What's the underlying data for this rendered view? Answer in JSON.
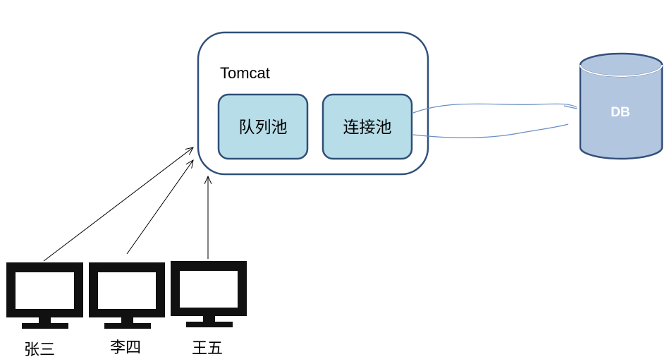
{
  "server": {
    "title": "Tomcat",
    "pools": [
      {
        "label": "队列池"
      },
      {
        "label": "连接池"
      }
    ]
  },
  "database": {
    "label": "DB"
  },
  "clients": [
    {
      "label": "张三"
    },
    {
      "label": "李四"
    },
    {
      "label": "王五"
    }
  ],
  "colors": {
    "container_border": "#2f4f7a",
    "pool_fill": "#b7dde8",
    "pool_border": "#2f4f7a",
    "db_fill": "#b3c6e0",
    "db_border": "#34507b",
    "db_text": "#ffffff",
    "connection_line": "#6a8ec4",
    "arrow": "#000000",
    "monitor": "#111111"
  }
}
